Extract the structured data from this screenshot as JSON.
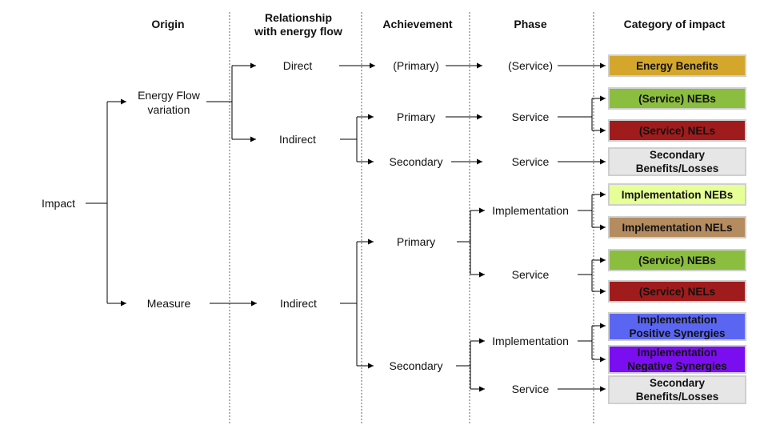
{
  "headers": {
    "origin": "Origin",
    "relationship": "Relationship\nwith energy flow",
    "achievement": "Achievement",
    "phase": "Phase",
    "category": "Category of impact"
  },
  "nodes": {
    "impact": "Impact",
    "energy_flow_variation": "Energy Flow\nvariation",
    "measure": "Measure",
    "direct": "Direct",
    "indirect_1": "Indirect",
    "indirect_2": "Indirect",
    "primary_paren": "(Primary)",
    "primary_1": "Primary",
    "secondary_1": "Secondary",
    "primary_2": "Primary",
    "secondary_2": "Secondary",
    "service_paren": "(Service)",
    "service_1": "Service",
    "service_2": "Service",
    "implementation_1": "Implementation",
    "service_3": "Service",
    "implementation_2": "Implementation",
    "service_4": "Service"
  },
  "categories": [
    {
      "label": "Energy Benefits",
      "color": "#d4a72c"
    },
    {
      "label": "(Service) NEBs",
      "color": "#8bbd3f"
    },
    {
      "label": "(Service) NELs",
      "color": "#a01c1c"
    },
    {
      "label": "Secondary\nBenefits/Losses",
      "color": "#e6e6e6"
    },
    {
      "label": "Implementation NEBs",
      "color": "#e6ff96"
    },
    {
      "label": "Implementation NELs",
      "color": "#b58c5f"
    },
    {
      "label": "(Service) NEBs",
      "color": "#8bbd3f"
    },
    {
      "label": "(Service) NELs",
      "color": "#a01c1c"
    },
    {
      "label": "Implementation\nPositive Synergies",
      "color": "#5a66f2"
    },
    {
      "label": "Implementation\nNegative Synergies",
      "color": "#7a0ef0"
    },
    {
      "label": "Secondary\nBenefits/Losses",
      "color": "#e6e6e6"
    }
  ]
}
